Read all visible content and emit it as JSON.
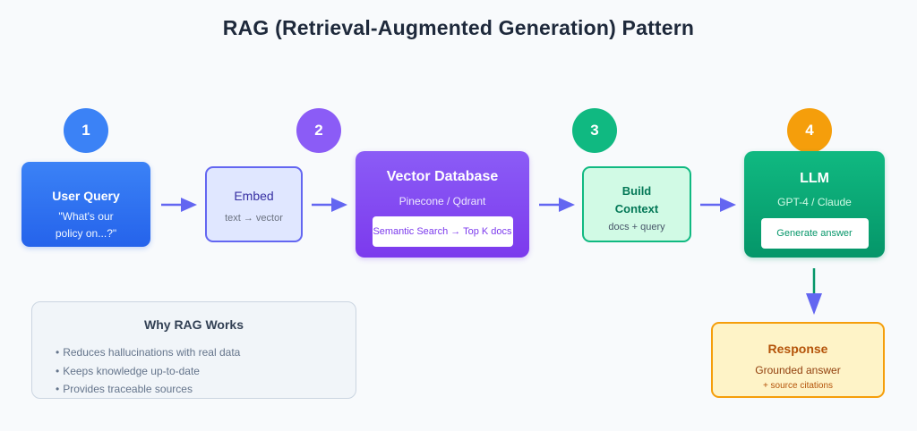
{
  "title": "RAG (Retrieval-Augmented Generation) Pattern",
  "steps": [
    {
      "number": "1",
      "color": "#3b82f6"
    },
    {
      "number": "2",
      "color": "#8b5cf6"
    },
    {
      "number": "3",
      "color": "#10b981"
    },
    {
      "number": "4",
      "color": "#f59e0b"
    }
  ],
  "nodes": {
    "user_query": {
      "title": "User Query",
      "line1": "\"What's our",
      "line2": "policy on...?\""
    },
    "embed": {
      "title": "Embed",
      "subtitle": "text → vector"
    },
    "vector_db": {
      "title": "Vector Database",
      "subtitle": "Pinecone / Qdrant",
      "tag": "Semantic Search → Top K docs"
    },
    "build_context": {
      "title_line1": "Build",
      "title_line2": "Context",
      "subtitle": "docs + query"
    },
    "llm": {
      "title": "LLM",
      "subtitle": "GPT-4 / Claude",
      "tag": "Generate answer"
    },
    "response": {
      "title": "Response",
      "subtitle": "Grounded answer",
      "note": "+ source citations"
    }
  },
  "why": {
    "title": "Why RAG Works",
    "items": [
      "Reduces hallucinations with real data",
      "Keeps knowledge up-to-date",
      "Provides traceable sources"
    ]
  },
  "colors": {
    "arrow": "#6366f1",
    "llm_down_arrow": "#059669"
  }
}
